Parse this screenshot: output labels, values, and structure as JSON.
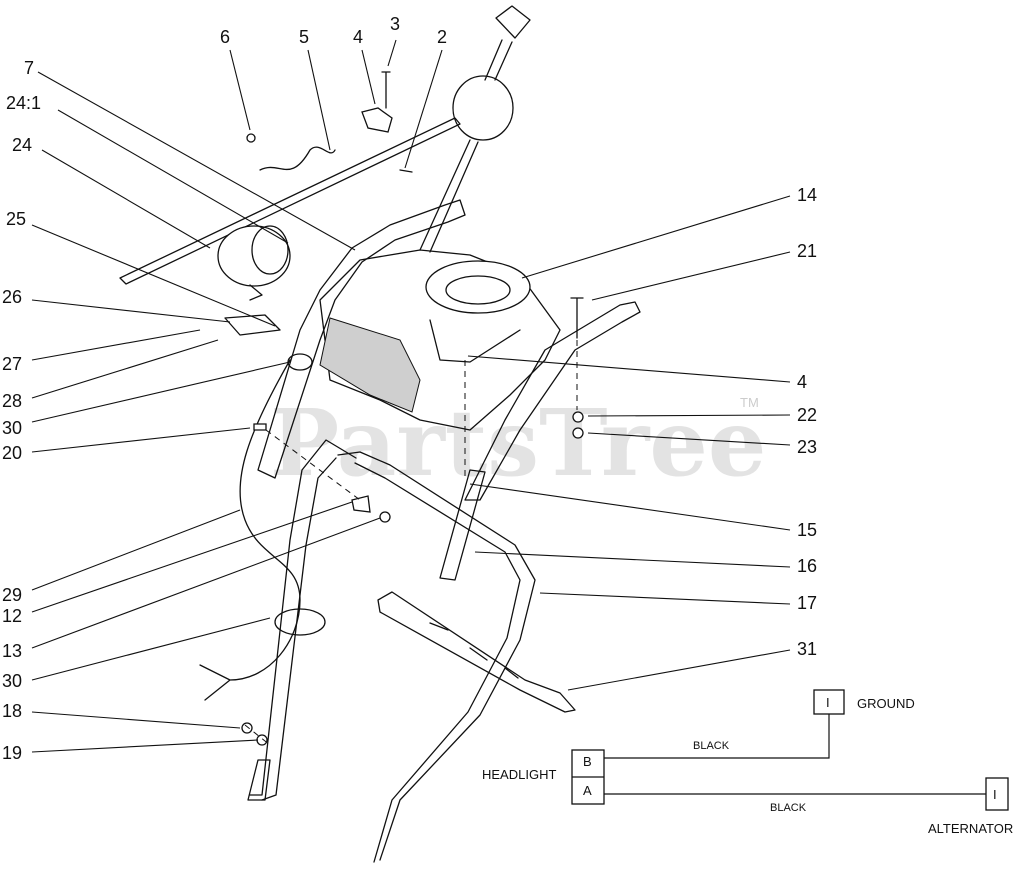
{
  "watermark": {
    "text": "PartsTree",
    "tm": "TM"
  },
  "callouts": [
    "6",
    "5",
    "4",
    "3",
    "2",
    "7",
    "24:1",
    "24",
    "25",
    "26",
    "27",
    "28",
    "30",
    "20",
    "29",
    "12",
    "13",
    "30",
    "18",
    "19",
    "14",
    "21",
    "4",
    "22",
    "23",
    "15",
    "16",
    "17",
    "31"
  ],
  "wiring": {
    "headlight": "HEADLIGHT",
    "pin_b": "B",
    "pin_a": "A",
    "ground": "GROUND",
    "ground_pin": "I",
    "alternator": "ALTERNATOR",
    "alternator_pin": "I",
    "wire_top": "BLACK",
    "wire_bottom": "BLACK"
  }
}
